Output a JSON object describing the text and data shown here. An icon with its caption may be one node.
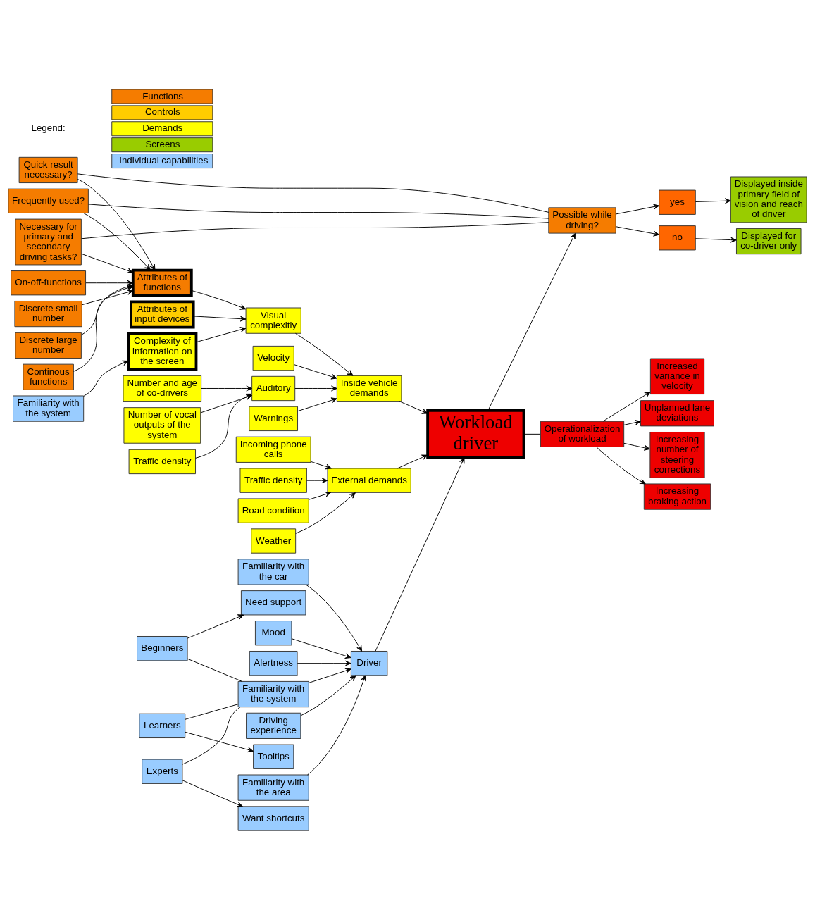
{
  "diagram": {
    "nodes": [
      {
        "text": [
          "Familiarity with the system"
        ]
      },
      {
        "text": [
          "Complexity of information on the screen"
        ]
      },
      {
        "text": [
          "Attributes of input devices"
        ]
      },
      {
        "text": [
          "Attributes of functions"
        ]
      },
      {
        "text": [
          "On-off-functions"
        ]
      },
      {
        "text": [
          "Discrete small number"
        ]
      },
      {
        "text": [
          "Discrete large number"
        ]
      },
      {
        "text": [
          "Continous functions"
        ]
      },
      {
        "text": [
          "Frequently used?"
        ]
      },
      {
        "text": [
          "Necessary for primary and secondary driving tasks?"
        ]
      },
      {
        "text": [
          "Quick result necessary?"
        ]
      },
      {
        "text": [
          "Possible while driving?"
        ]
      },
      {
        "text": [
          "yes"
        ]
      },
      {
        "text": [
          "no"
        ]
      },
      {
        "text": [
          "Displayed inside primary field of vision and reach of driver"
        ]
      },
      {
        "text": [
          "Displayed for co-driver only"
        ]
      },
      {
        "text": [
          "Number and age of co-drivers"
        ]
      },
      {
        "text": [
          "Number of vocal outputs of the system"
        ]
      },
      {
        "text": [
          "Traffic density"
        ]
      },
      {
        "text": [
          "Visual complexitiy"
        ]
      },
      {
        "text": [
          "Velocity"
        ]
      },
      {
        "text": [
          "Auditory"
        ]
      },
      {
        "text": [
          "Warnings"
        ]
      },
      {
        "text": [
          "Incoming phone calls"
        ]
      },
      {
        "text": [
          "Traffic density"
        ]
      },
      {
        "text": [
          "Road condition"
        ]
      },
      {
        "text": [
          "Weather"
        ]
      },
      {
        "text": [
          "Inside vehicle demands"
        ]
      },
      {
        "text": [
          "External demands"
        ]
      },
      {
        "text": [
          "Driver"
        ]
      },
      {
        "text": [
          "Workload driver"
        ]
      },
      {
        "text": [
          "Operationalization of workload"
        ]
      },
      {
        "text": [
          "Increased variance in velocity"
        ]
      },
      {
        "text": [
          "Unplanned lane deviations"
        ]
      },
      {
        "text": [
          "Increasing number of steering corrections"
        ]
      },
      {
        "text": [
          "Increasing braking action"
        ]
      },
      {
        "text": [
          "Mood"
        ]
      },
      {
        "text": [
          "Alertness"
        ]
      },
      {
        "text": [
          "Driving experience"
        ]
      },
      {
        "text": [
          "Familiarity with the area"
        ]
      },
      {
        "text": [
          "Familiarity with the system"
        ]
      },
      {
        "text": [
          "Familiarity with the car"
        ]
      },
      {
        "text": [
          "Need support"
        ]
      },
      {
        "text": [
          "Beginners"
        ]
      },
      {
        "text": [
          "Tooltips"
        ]
      },
      {
        "text": [
          "Learners"
        ]
      },
      {
        "text": [
          "Experts"
        ]
      },
      {
        "text": [
          "Want shortcuts"
        ]
      }
    ],
    "edges": [
      {
        "from": 0,
        "to": 1,
        "arrow": "to"
      },
      {
        "from": 4,
        "to": 3,
        "arrow": "to"
      },
      {
        "from": 5,
        "to": 3,
        "arrow": "to"
      },
      {
        "from": 6,
        "to": 3,
        "arrow": "to"
      },
      {
        "from": 7,
        "to": 3,
        "arrow": "to"
      },
      {
        "from": 8,
        "to": 3,
        "arrow": "to"
      },
      {
        "from": 9,
        "to": 3,
        "arrow": "to"
      },
      {
        "from": 10,
        "to": 3,
        "arrow": "to"
      },
      {
        "from": 8,
        "to": 11,
        "arrow": "none"
      },
      {
        "from": 9,
        "to": 11,
        "arrow": "none"
      },
      {
        "from": 10,
        "to": 11,
        "arrow": "none"
      },
      {
        "from": 11,
        "to": 12,
        "arrow": "to"
      },
      {
        "from": 11,
        "to": 13,
        "arrow": "to"
      },
      {
        "from": 12,
        "to": 14,
        "arrow": "to"
      },
      {
        "from": 13,
        "to": 15,
        "arrow": "to"
      },
      {
        "from": 1,
        "to": 19,
        "arrow": "to"
      },
      {
        "from": 2,
        "to": 19,
        "arrow": "to"
      },
      {
        "from": 3,
        "to": 19,
        "arrow": "to"
      },
      {
        "from": 16,
        "to": 21,
        "arrow": "to"
      },
      {
        "from": 17,
        "to": 21,
        "arrow": "to"
      },
      {
        "from": 18,
        "to": 21,
        "arrow": "to"
      },
      {
        "from": 19,
        "to": 27,
        "arrow": "to"
      },
      {
        "from": 20,
        "to": 27,
        "arrow": "to"
      },
      {
        "from": 21,
        "to": 27,
        "arrow": "to"
      },
      {
        "from": 22,
        "to": 27,
        "arrow": "to"
      },
      {
        "from": 23,
        "to": 28,
        "arrow": "to"
      },
      {
        "from": 24,
        "to": 28,
        "arrow": "to"
      },
      {
        "from": 25,
        "to": 28,
        "arrow": "to"
      },
      {
        "from": 26,
        "to": 28,
        "arrow": "to"
      },
      {
        "from": 27,
        "to": 30,
        "arrow": "to"
      },
      {
        "from": 28,
        "to": 30,
        "arrow": "to"
      },
      {
        "from": 29,
        "to": 30,
        "arrow": "to"
      },
      {
        "from": 30,
        "to": 11,
        "arrow": "to"
      },
      {
        "from": 30,
        "to": 31,
        "arrow": "none"
      },
      {
        "from": 31,
        "to": 32,
        "arrow": "to"
      },
      {
        "from": 31,
        "to": 33,
        "arrow": "to"
      },
      {
        "from": 31,
        "to": 34,
        "arrow": "to"
      },
      {
        "from": 31,
        "to": 35,
        "arrow": "to"
      },
      {
        "from": 36,
        "to": 29,
        "arrow": "to"
      },
      {
        "from": 37,
        "to": 29,
        "arrow": "to"
      },
      {
        "from": 38,
        "to": 29,
        "arrow": "to"
      },
      {
        "from": 39,
        "to": 29,
        "arrow": "to"
      },
      {
        "from": 40,
        "to": 29,
        "arrow": "to"
      },
      {
        "from": 41,
        "to": 29,
        "arrow": "to"
      },
      {
        "from": 43,
        "to": 40,
        "arrow": "none"
      },
      {
        "from": 45,
        "to": 40,
        "arrow": "none"
      },
      {
        "from": 46,
        "to": 40,
        "arrow": "none"
      },
      {
        "from": 43,
        "to": 42,
        "arrow": "to"
      },
      {
        "from": 45,
        "to": 44,
        "arrow": "to"
      },
      {
        "from": 46,
        "to": 47,
        "arrow": "to"
      }
    ],
    "labels": [
      "Legend:"
    ],
    "legend": [
      {
        "text": "Functions",
        "color": "#f57c00"
      },
      {
        "text": "Controls",
        "color": "#ffcc00"
      },
      {
        "text": "Demands",
        "color": "#ffff00"
      },
      {
        "text": "Screens",
        "color": "#99cc00"
      },
      {
        "text": "Individual capabilities",
        "color": "#99ccff"
      }
    ]
  }
}
